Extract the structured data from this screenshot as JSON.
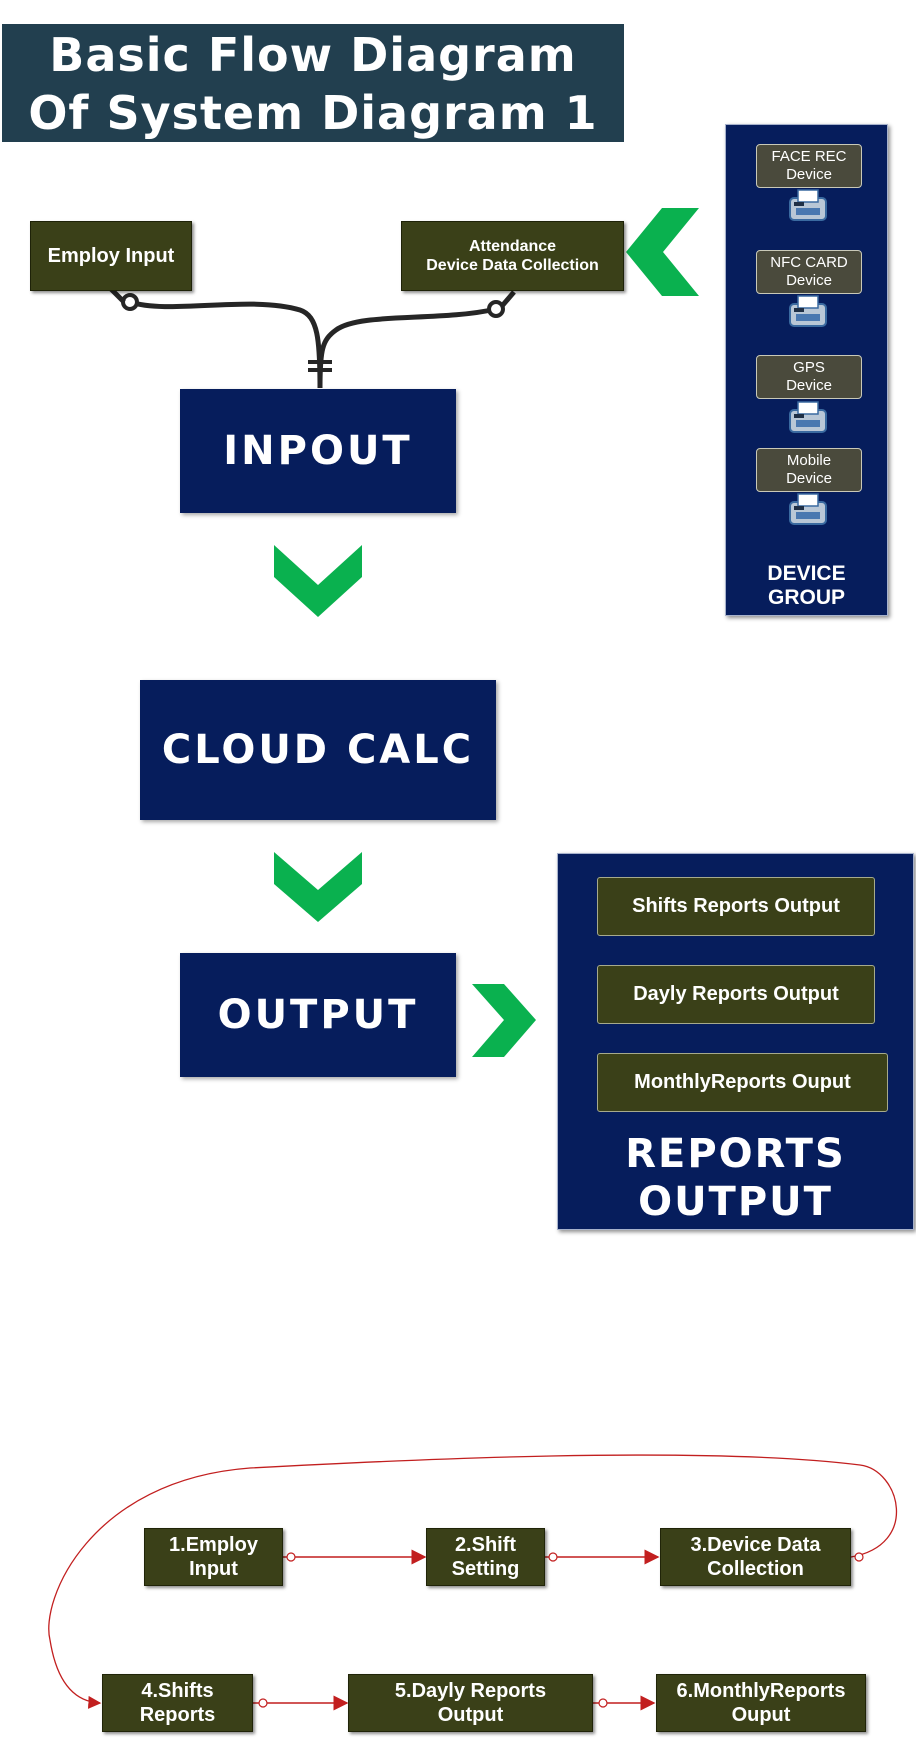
{
  "title": {
    "line1": "Basic Flow Diagram",
    "line2": "Of System Diagram 1"
  },
  "inputs": {
    "employ_input": "Employ Input",
    "attendance_line1": "Attendance",
    "attendance_line2": "Device Data Collection"
  },
  "flow": {
    "inpout": "INPOUT",
    "cloud_calc": "CLOUD CALC",
    "output": "OUTPUT"
  },
  "device_group": {
    "devices": [
      {
        "line1": "FACE REC",
        "line2": "Device"
      },
      {
        "line1": "NFC CARD",
        "line2": "Device"
      },
      {
        "line1": "GPS",
        "line2": "Device"
      },
      {
        "line1": "Mobile",
        "line2": "Device"
      }
    ],
    "label_line1": "DEVICE",
    "label_line2": "GROUP"
  },
  "reports": {
    "items": [
      "Shifts Reports Output",
      "Dayly Reports Output",
      "MonthlyReports Ouput"
    ],
    "label_line1": "REPORTS",
    "label_line2": "OUTPUT"
  },
  "steps": [
    {
      "line1": "1.Employ",
      "line2": "Input"
    },
    {
      "line1": "2.Shift",
      "line2": "Setting"
    },
    {
      "line1": "3.Device Data",
      "line2": "Collection"
    },
    {
      "line1": "4.Shifts",
      "line2": "Reports"
    },
    {
      "line1": "5.Dayly Reports",
      "line2": "Output"
    },
    {
      "line1": "6.MonthlyReports",
      "line2": "Ouput"
    }
  ],
  "colors": {
    "title_bg": "#223f4f",
    "box_olive": "#3a4018",
    "box_navy": "#061d5c",
    "chevron_green": "#0ab14f",
    "connector_red": "#c21f1f",
    "connector_dark": "#262626"
  }
}
